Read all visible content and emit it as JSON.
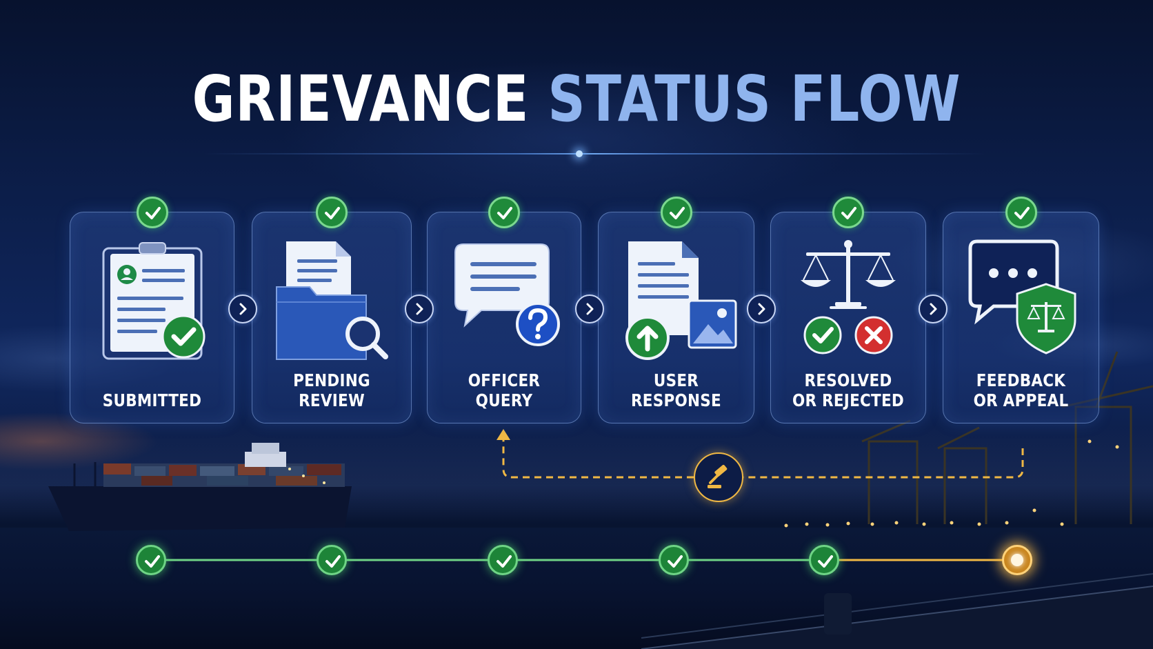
{
  "title": {
    "part1": "GRIEVANCE",
    "part2": "STATUS FLOW"
  },
  "stages": [
    {
      "label_line1": "SUBMITTED",
      "label_line2": "",
      "icon": "clipboard-check-icon",
      "status": "complete"
    },
    {
      "label_line1": "PENDING REVIEW",
      "label_line2": "",
      "icon": "folder-search-icon",
      "status": "complete"
    },
    {
      "label_line1": "OFFICER QUERY",
      "label_line2": "",
      "icon": "chat-question-icon",
      "status": "complete"
    },
    {
      "label_line1": "USER RESPONSE",
      "label_line2": "",
      "icon": "document-upload-icon",
      "status": "complete"
    },
    {
      "label_line1": "RESOLVED",
      "label_line2": "OR REJECTED",
      "icon": "scales-decision-icon",
      "status": "complete"
    },
    {
      "label_line1": "FEEDBACK",
      "label_line2": "OR APPEAL",
      "icon": "chat-shield-icon",
      "status": "complete"
    }
  ],
  "progress_track": {
    "completed_steps": 5,
    "current_step": 6,
    "total_steps": 6
  },
  "appeal_loop": {
    "from_stage": 6,
    "to_stage": 3,
    "icon": "gavel-icon"
  },
  "colors": {
    "accent_blue": "#8fb4ee",
    "success_green": "#1f8a3a",
    "current_orange": "#f0b844",
    "error_red": "#d32f2f",
    "card_border": "#8cafeb"
  }
}
